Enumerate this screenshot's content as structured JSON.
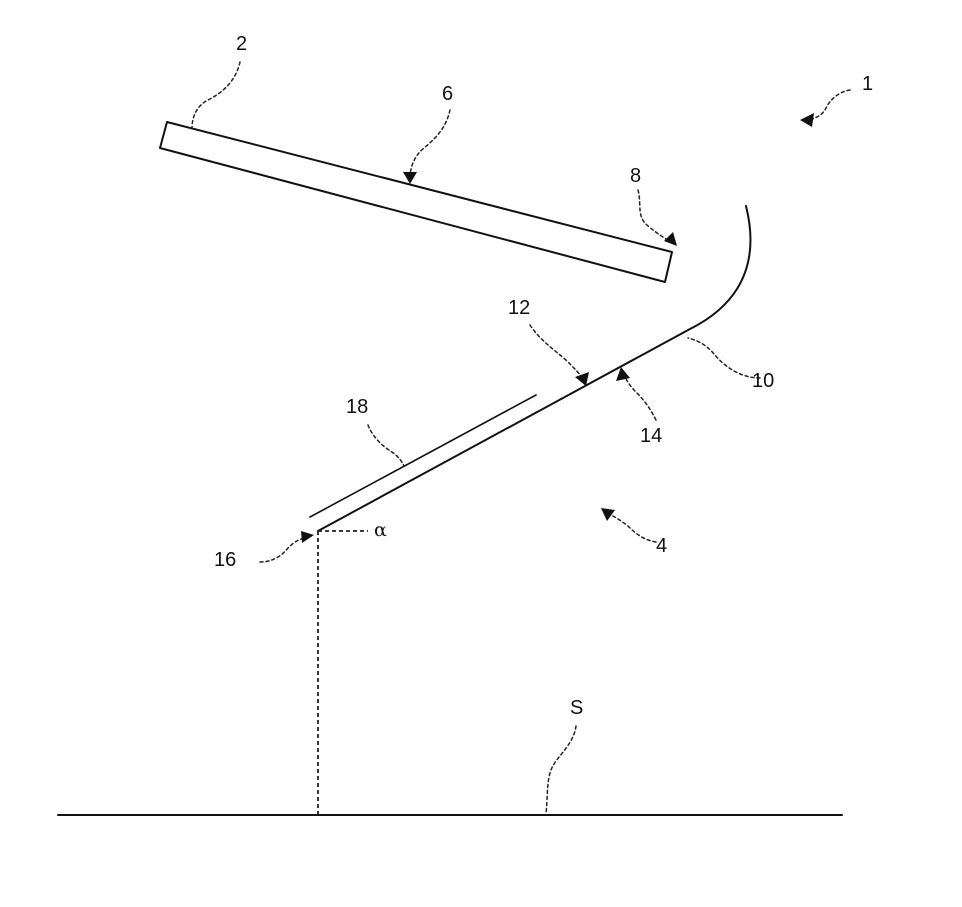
{
  "figure": {
    "labels": {
      "l1": "1",
      "l2": "2",
      "l4": "4",
      "l6": "6",
      "l8": "8",
      "l10": "10",
      "l12": "12",
      "l14": "14",
      "l16": "16",
      "l18": "18",
      "angle": "α",
      "surface": "S"
    }
  }
}
